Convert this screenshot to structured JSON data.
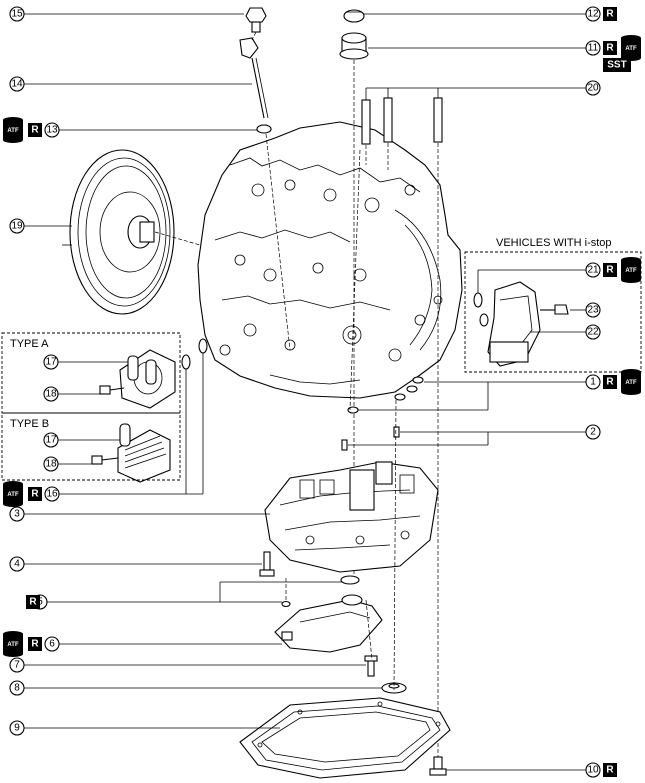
{
  "callouts": {
    "n1": "1",
    "n2": "2",
    "n3": "3",
    "n4": "4",
    "n5": "5",
    "n6": "6",
    "n7": "7",
    "n8": "8",
    "n9": "9",
    "n10": "10",
    "n11": "11",
    "n12": "12",
    "n13": "13",
    "n14": "14",
    "n15": "15",
    "n16": "16",
    "n17a": "17",
    "n17b": "17",
    "n18a": "18",
    "n18b": "18",
    "n19": "19",
    "n20": "20",
    "n21": "21",
    "n22": "22",
    "n23": "23"
  },
  "badges": {
    "replace": "R",
    "atf": "ATF",
    "sst": "SST"
  },
  "groups": {
    "type_a": "TYPE A",
    "type_b": "TYPE B",
    "istop": "VEHICLES WITH i-stop"
  },
  "colors": {
    "ink": "#000000",
    "badge_fill": "#000000",
    "background": "#ffffff"
  }
}
